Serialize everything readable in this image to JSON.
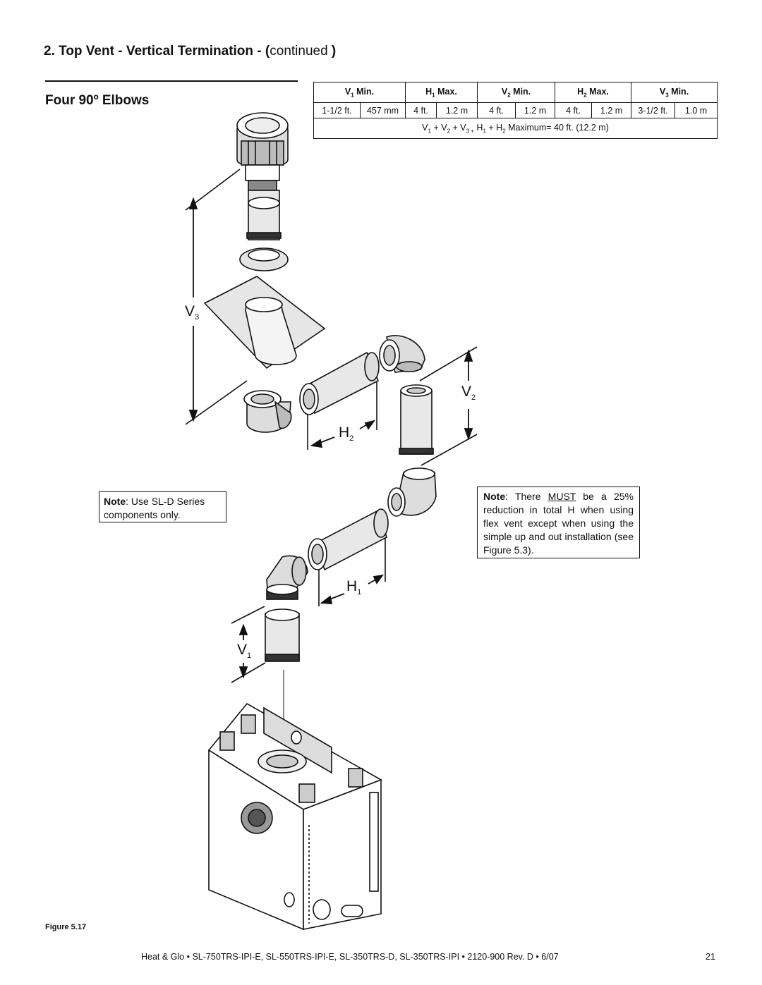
{
  "section": {
    "title": "2.  Top Vent - Vertical Termination  - (",
    "continued": "continued",
    "close": " )"
  },
  "subheading": "Four 90º Elbows",
  "table": {
    "headers": [
      {
        "v": "V",
        "s": "1",
        "t": " Min."
      },
      {
        "v": "H",
        "s": "1",
        "t": " Max."
      },
      {
        "v": "V",
        "s": "2",
        "t": " Min."
      },
      {
        "v": "H",
        "s": "2",
        "t": " Max."
      },
      {
        "v": "V",
        "s": "3",
        "t": " Min."
      }
    ],
    "values": [
      "1-1/2 ft.",
      "457 mm",
      "4 ft.",
      "1.2 m",
      "4 ft.",
      "1.2 m",
      "4 ft.",
      "1.2 m",
      "3-1/2 ft.",
      "1.0 m"
    ],
    "formula_terms": [
      "V",
      "1",
      " + V",
      "2",
      " + V",
      "3 +",
      " H",
      "1",
      " + H",
      "2"
    ],
    "formula_max": "  Maximum= 40 ft. (12.2 m)"
  },
  "note_left": {
    "bold": "Note",
    "text": ": Use SL-D Series components only."
  },
  "note_right": {
    "bold": "Note",
    "pre": ": There ",
    "must": "MUST",
    "text": " be a 25% reduction in total H when using flex vent except when using the simple up and out installation (see Figure 5.3)."
  },
  "labels": {
    "v3": "V",
    "v3s": "3",
    "v2": "V",
    "v2s": "2",
    "h2": "H",
    "h2s": "2",
    "h1": "H",
    "h1s": "1",
    "v1": "V",
    "v1s": "1"
  },
  "figure_caption": "Figure 5.17",
  "footer": "Heat & Glo  •  SL-750TRS-IPI-E, SL-550TRS-IPI-E, SL-350TRS-D, SL-350TRS-IPI  •  2120-900 Rev. D  •  6/07",
  "page_number": "21"
}
